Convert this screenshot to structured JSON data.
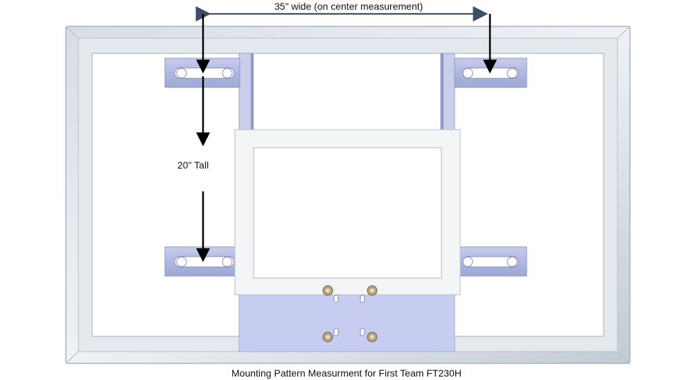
{
  "labels": {
    "width_dimension": "35\" wide (on center measurement)",
    "height_dimension": "20\" Tall",
    "caption": "Mounting Pattern Measurment for First Team FT230H"
  },
  "colors": {
    "frame_outer": "#c8d0d8",
    "frame_inner": "#e8ecf0",
    "bracket": "#b4bce0",
    "bracket_dark": "#9aa4cc",
    "target_frame": "#f2f4f6",
    "plate": "#c6cbf0",
    "dimension_arrow": "#3e4e66",
    "pointer_arrow": "#000000"
  }
}
